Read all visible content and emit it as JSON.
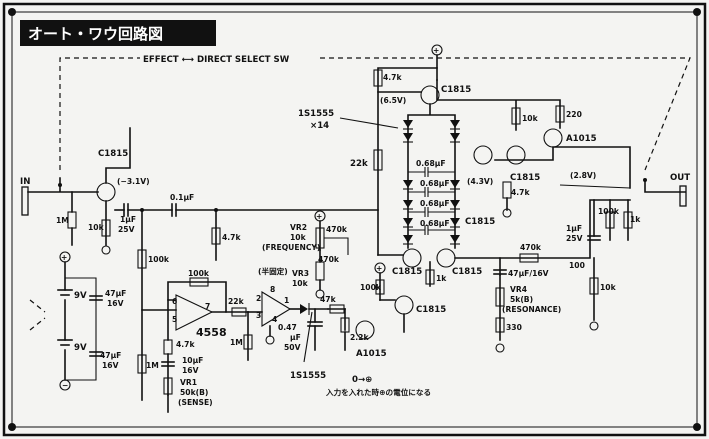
{
  "title": "オート・ワウ回路図",
  "switch_label": "EFFECT ⟷ DIRECT SELECT SW",
  "jack_in": "IN",
  "jack_out": "OUT",
  "labels": {
    "c1815_in": "C1815",
    "bias_v": "(−3.1V)",
    "cap_1uF_in": "1μF",
    "cap_1uF_in_v": "25V",
    "r_1M": "1M",
    "r_10k": "10k",
    "cap_0_1uF": "0.1μF",
    "r_4_7k_a": "4.7k",
    "r_100k_left": "100k",
    "r_4_7k_top": "4.7k",
    "c1815_top": "C1815",
    "v_6_5": "(6.5V)",
    "diode_name": "1S1555",
    "diode_count": "×14",
    "r_22k": "22k",
    "cap_068_1": "0.68μF",
    "cap_068_2": "0.68μF",
    "cap_068_3": "0.68μF",
    "cap_068_4": "0.68μF",
    "r_10k_mid": "10k",
    "r_220": "220",
    "a1015_top": "A1015",
    "c1815_pair": "C1815",
    "v_4_3": "(4.3V)",
    "r_4_7k_mid": "4.7k",
    "c1815_mid": "C1815",
    "v_2_8": "(2.8V)",
    "r_470k_top": "470k",
    "vr2": "VR2",
    "vr2_val": "10k",
    "vr2_name": "(FREQUENCY)",
    "half_fixed": "(半固定)",
    "vr3": "VR3",
    "vr3_val": "10k",
    "r_470k_b": "470k",
    "r_47k": "47k",
    "r_100k_amp": "100k",
    "r_22k_amp": "22k",
    "ic_4558_a": "4558",
    "pin6": "6",
    "pin7": "7",
    "pin5": "5",
    "pin2": "2",
    "pin3": "3",
    "pin1": "1",
    "pin4": "4",
    "pin8": "8",
    "r_4_7k_amp": "4.7k",
    "r_1M_amp": "1M",
    "r_1M_b": "1M",
    "cap_10uF": "10μF",
    "cap_10uF_v": "16V",
    "vr1": "VR1",
    "vr1_val": "50k(B)",
    "vr1_name": "(SENSE)",
    "cap_047": "0.47",
    "cap_047_u": "μF",
    "cap_047_v": "50V",
    "r_2_2k": "2.2k",
    "diode_bottom": "1S1555",
    "a1015_bot": "A1015",
    "r_100k_bot": "100k",
    "c1815_bot1": "C1815",
    "c1815_bot2": "C1815",
    "r_1k_bot": "1k",
    "c1815_bot3": "C1815",
    "r_470k_right": "470k",
    "cap_47uF_16": "47μF/16V",
    "r_100": "100",
    "vr4": "VR4",
    "vr4_val": "5k(B)",
    "vr4_name": "(RESONANCE)",
    "r_330": "330",
    "cap_1uF_out": "1μF",
    "cap_1uF_out_v": "25V",
    "r_100k_out": "100k",
    "r_1k_out": "1k",
    "r_10k_out": "10k",
    "batt1": "9V",
    "batt2": "9V",
    "cap_47uF_a": "47μF",
    "cap_47uF_a_v": "16V",
    "cap_47uF_b": "47μF",
    "cap_47uF_b_v": "16V",
    "zero_plus": "0→⊕",
    "note": "入力を入れた時⊕の電位になる"
  }
}
